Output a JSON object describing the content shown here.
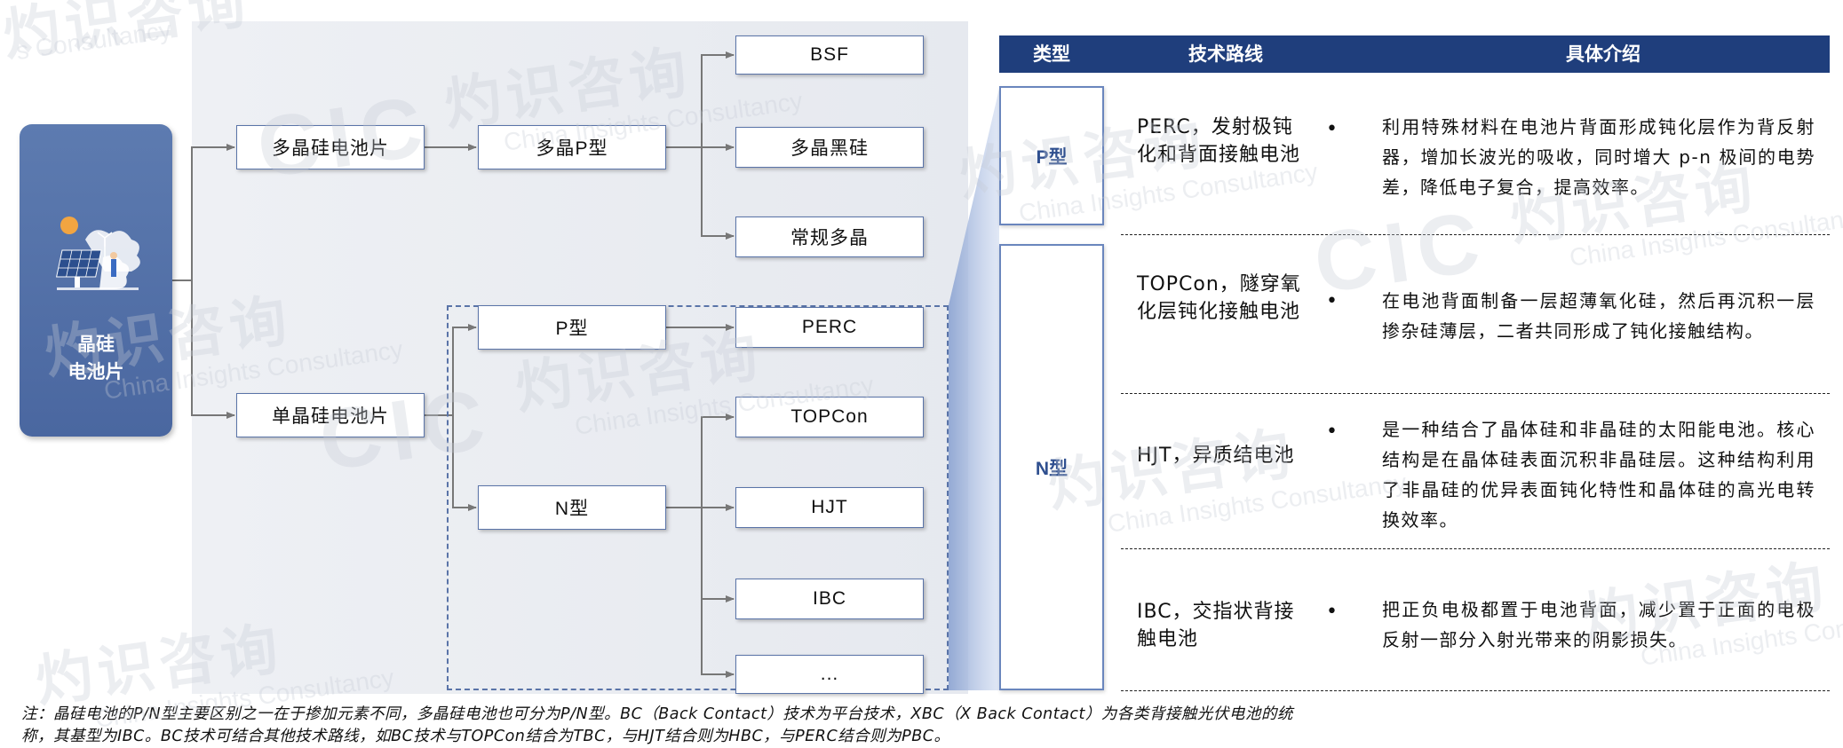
{
  "diagram": {
    "root": "晶硅\n电池片",
    "level1": [
      "多晶硅电池片",
      "单晶硅电池片"
    ],
    "level2": [
      "多晶P型",
      "P型",
      "N型"
    ],
    "leaves_poly": [
      "BSF",
      "多晶黑硅",
      "常规多晶"
    ],
    "leaves_p": [
      "PERC"
    ],
    "leaves_n": [
      "TOPCon",
      "HJT",
      "IBC",
      "..."
    ]
  },
  "table": {
    "headers": [
      "类型",
      "技术路线",
      "具体介绍"
    ],
    "type_p": "P型",
    "type_n": "N型",
    "rows": [
      {
        "route": "PERC，发射极钝化和背面接触电池",
        "desc": "利用特殊材料在电池片背面形成钝化层作为背反射器，增加长波光的吸收，同时增大 p-n 极间的电势差，降低电子复合，提高效率。"
      },
      {
        "route": "TOPCon，隧穿氧化层钝化接触电池",
        "desc": "在电池背面制备一层超薄氧化硅，然后再沉积一层掺杂硅薄层，二者共同形成了钝化接触结构。"
      },
      {
        "route": "HJT，异质结电池",
        "desc": "是一种结合了晶体硅和非晶硅的太阳能电池。核心结构是在晶体硅表面沉积非晶硅层。这种结构利用了非晶硅的优异表面钝化特性和晶体硅的高光电转换效率。"
      },
      {
        "route": "IBC，交指状背接触电池",
        "desc": "把正负电极都置于电池背面，减少置于正面的电极反射一部分入射光带来的阴影损失。"
      }
    ],
    "bullet": "•"
  },
  "note": "注：晶硅电池的P/N型主要区别之一在于掺加元素不同，多晶硅电池也可分为P/N型。BC（Back Contact）技术为平台技术，XBC（X Back Contact）为各类背接触光伏电池的统称，其基型为IBC。BC技术可结合其他技术路线，如BC技术与TOPCon结合为TBC，与HJT结合则为HBC，与PERC结合则为PBC。",
  "watermark": {
    "brand_cn": "灼识咨询",
    "brand_en": "China Insights Consultancy",
    "brand_en_fragment": "s Consultancy",
    "logo": "CIC"
  },
  "colors": {
    "header_bg": "#1f3e7c",
    "root_bg": "#5270a8",
    "node_border": "#5a74a8",
    "type_text": "#2f4f8f",
    "funnel": "#9fb4dc"
  }
}
